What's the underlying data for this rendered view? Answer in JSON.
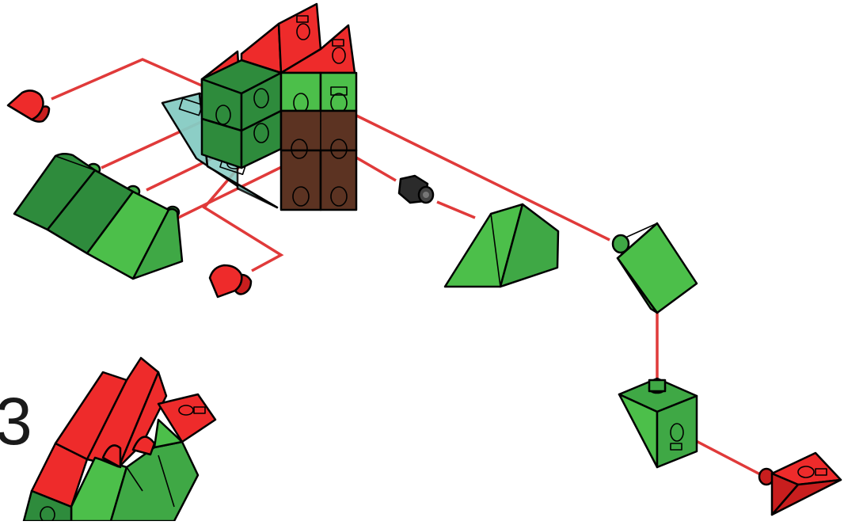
{
  "step": {
    "number": "3"
  },
  "colors": {
    "red": "#ee2b2b",
    "red_dark": "#c81e1e",
    "green_light": "#4cbf4a",
    "green_dark": "#2e8b3c",
    "green_mid": "#3fa845",
    "brown": "#5c3322",
    "teal_glass": "#86ccc4",
    "connector_black": "#2b2b2b",
    "guide_line": "#e03a3a"
  },
  "parts": [
    {
      "name": "red-cone-peg-top-left",
      "icon": "red-cone-peg-icon"
    },
    {
      "name": "red-cone-peg-bottom",
      "icon": "red-cone-peg-icon"
    },
    {
      "name": "green-roof-slope-row",
      "icon": "green-triple-slope-icon"
    },
    {
      "name": "black-axle-connector",
      "icon": "black-connector-icon"
    },
    {
      "name": "green-pyramid-block",
      "icon": "green-pyramid-icon"
    },
    {
      "name": "green-wedge-block",
      "icon": "green-wedge-icon"
    },
    {
      "name": "green-inverted-cube",
      "icon": "green-inverted-cube-icon"
    },
    {
      "name": "red-ramp-tile",
      "icon": "red-ramp-icon"
    }
  ]
}
